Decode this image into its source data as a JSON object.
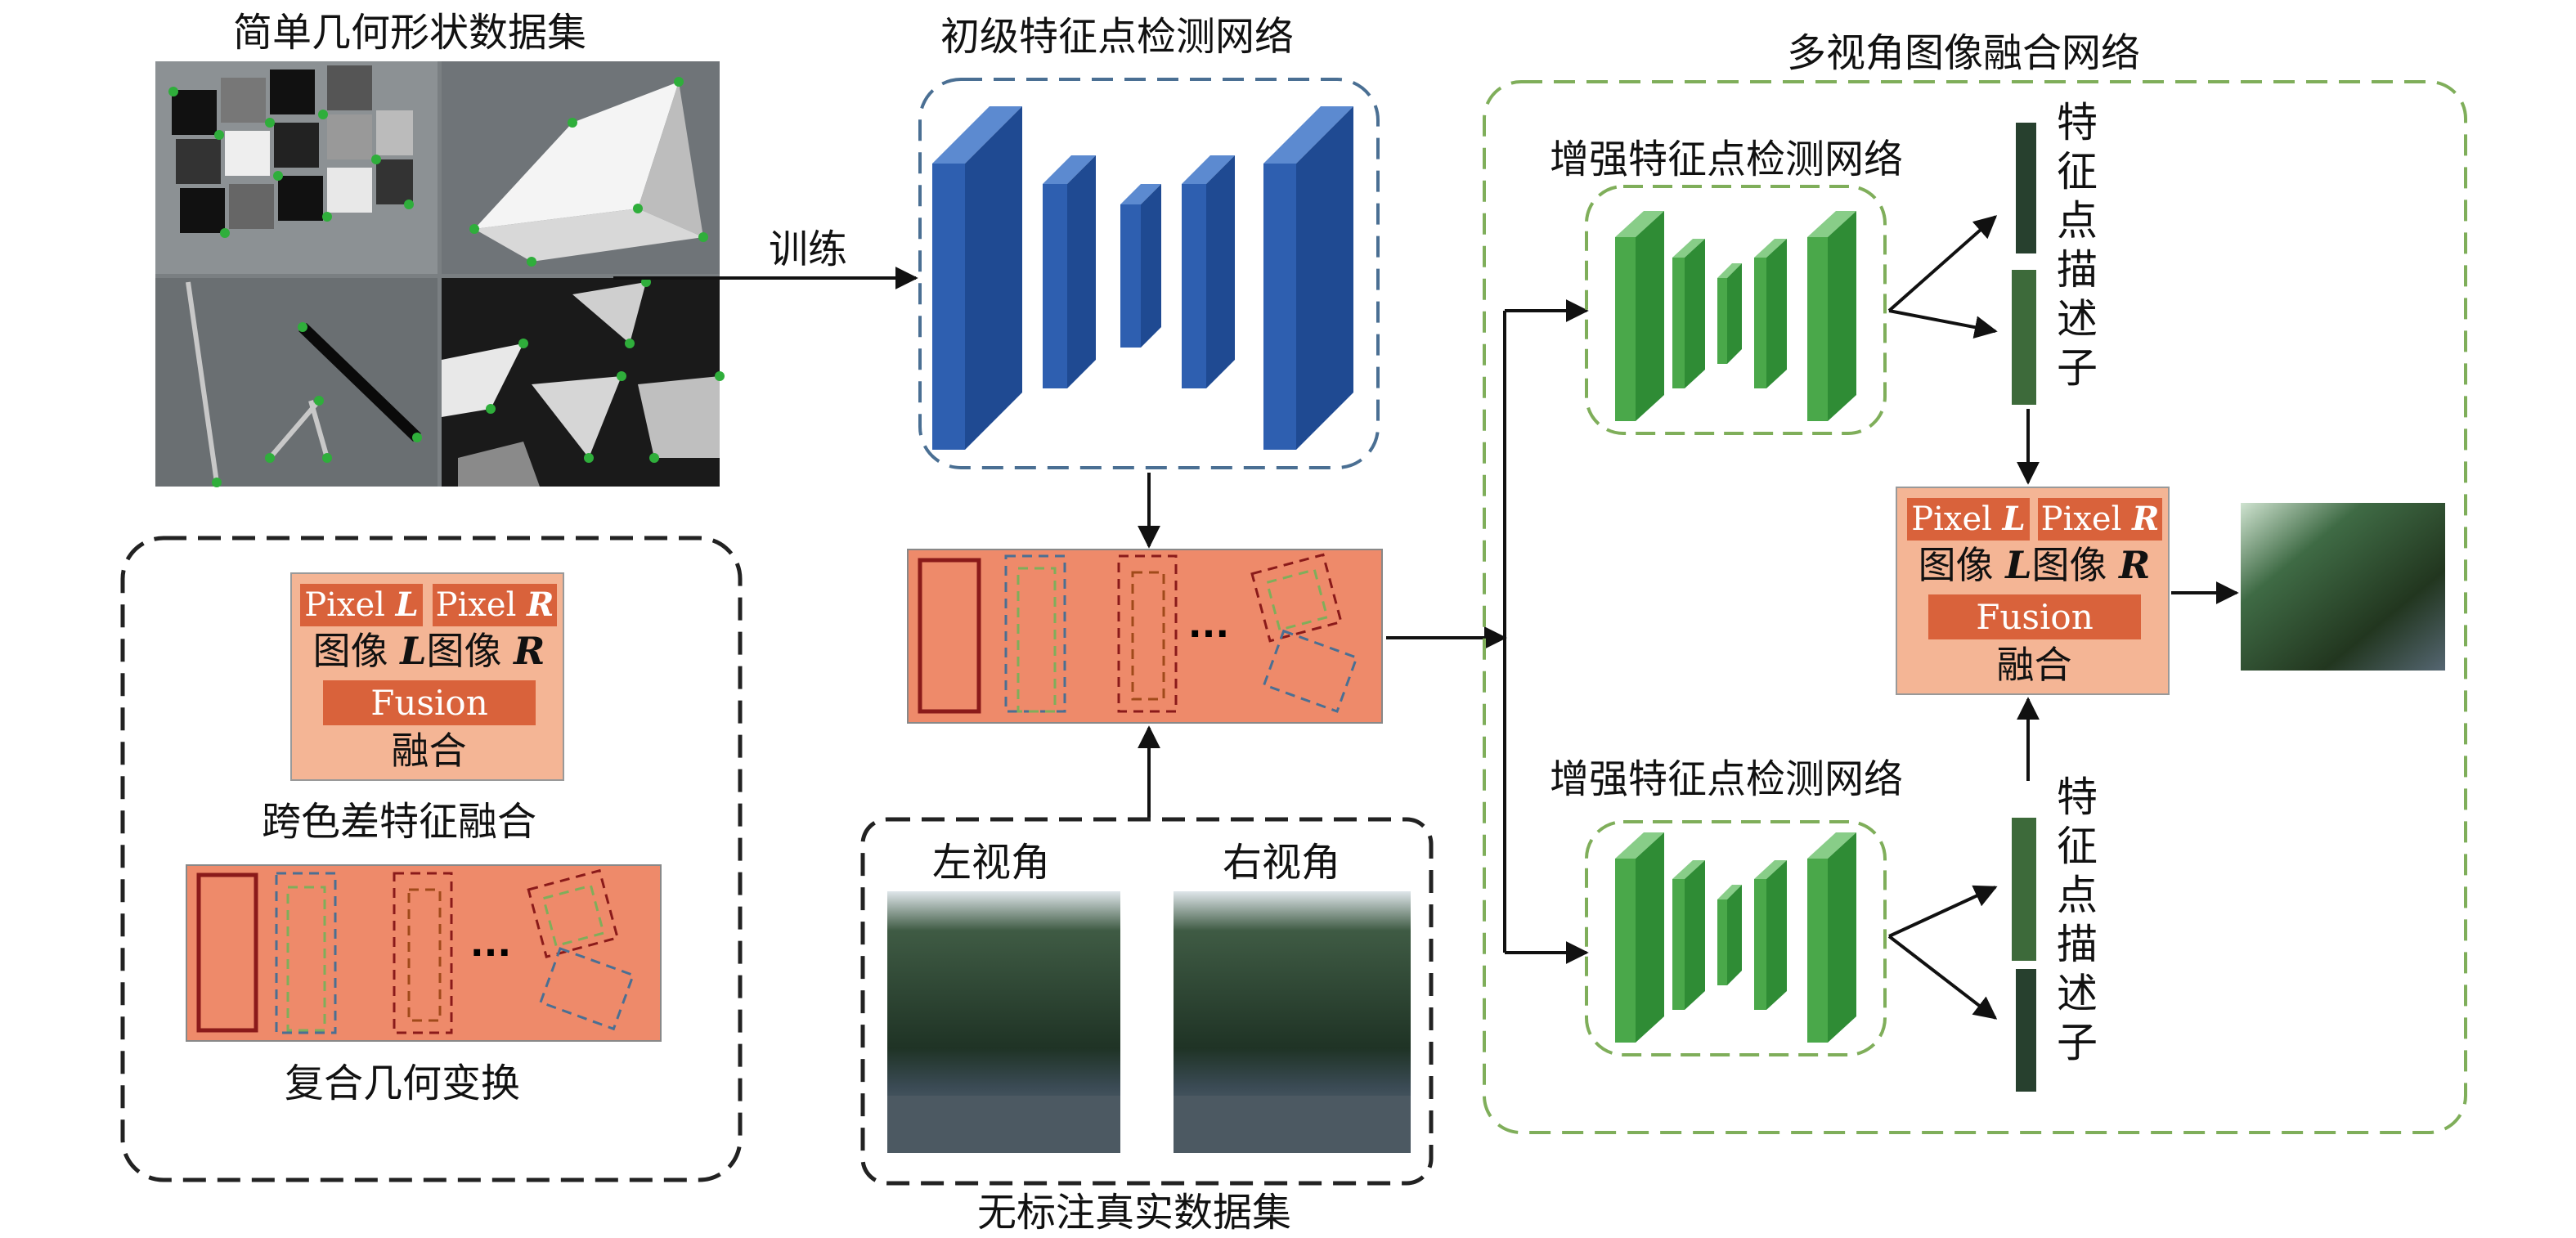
{
  "titles": {
    "simple_dataset": "简单几何形状数据集",
    "basic_network": "初级特征点检测网络",
    "multiview_network": "多视角图像融合网络",
    "enhanced_top": "增强特征点检测网络",
    "enhanced_bottom": "增强特征点检测网络",
    "unlabeled_dataset": "无标注真实数据集"
  },
  "arrow_labels": {
    "train": "训练"
  },
  "views": {
    "left": "左视角",
    "right": "右视角"
  },
  "descriptor_label": [
    "特",
    "征",
    "点",
    "描",
    "述",
    "子"
  ],
  "fusion": {
    "pixel_l": "Pixel",
    "pixel_r": "Pixel",
    "l_mark": "L",
    "r_mark": "R",
    "image_word": "图像",
    "fusion_word": "Fusion",
    "merge_word": "融合"
  },
  "legend": {
    "cross_color": "跨色差特征融合",
    "composite_geo": "复合几何变换"
  },
  "ellipsis": "···",
  "colors": {
    "blue_block": "#2e5fb0",
    "green_block": "#4aa84a",
    "salmon": "#ee8a6a",
    "pixel_red": "#d9623b",
    "dash_blue": "#4a6f93",
    "dash_green": "#7fae5a",
    "dash_dark": "#222222"
  }
}
